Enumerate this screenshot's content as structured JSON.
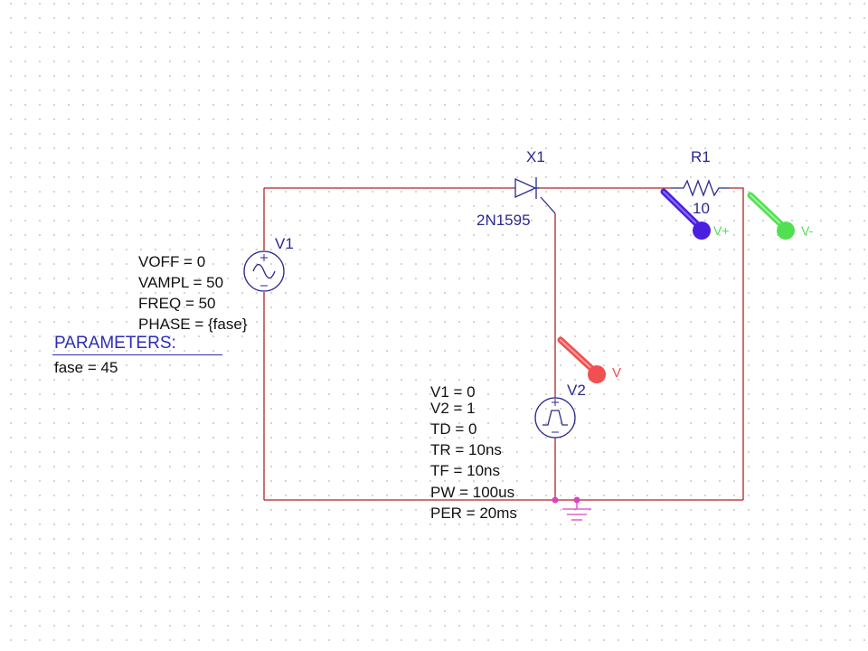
{
  "schematic": {
    "components": {
      "v1": {
        "ref": "V1",
        "params": [
          "VOFF = 0",
          "VAMPL = 50",
          "FREQ = 50",
          "PHASE = {fase}"
        ]
      },
      "x1": {
        "ref": "X1",
        "part": "2N1595"
      },
      "r1": {
        "ref": "R1",
        "value": "10"
      },
      "v2": {
        "ref": "V2",
        "params": [
          "V1 = 0",
          "V2 = 1",
          "TD = 0",
          "TR = 10ns",
          "TF = 10ns",
          "PW = 100us",
          "PER = 20ms"
        ]
      }
    },
    "parameters": {
      "title": "PARAMETERS:",
      "entries": [
        "fase = 45"
      ]
    },
    "probes": {
      "differential_plus": {
        "label": "V+",
        "color": "#4a1fe0"
      },
      "differential_minus": {
        "label": "V-",
        "color": "#52e052"
      },
      "voltage": {
        "label": "V",
        "color": "#f05050"
      }
    },
    "colors": {
      "wire": "#b22222",
      "part_outline": "#2a2a8c",
      "junction": "#e040c0",
      "grid_dot": "#c8c8c8"
    }
  }
}
